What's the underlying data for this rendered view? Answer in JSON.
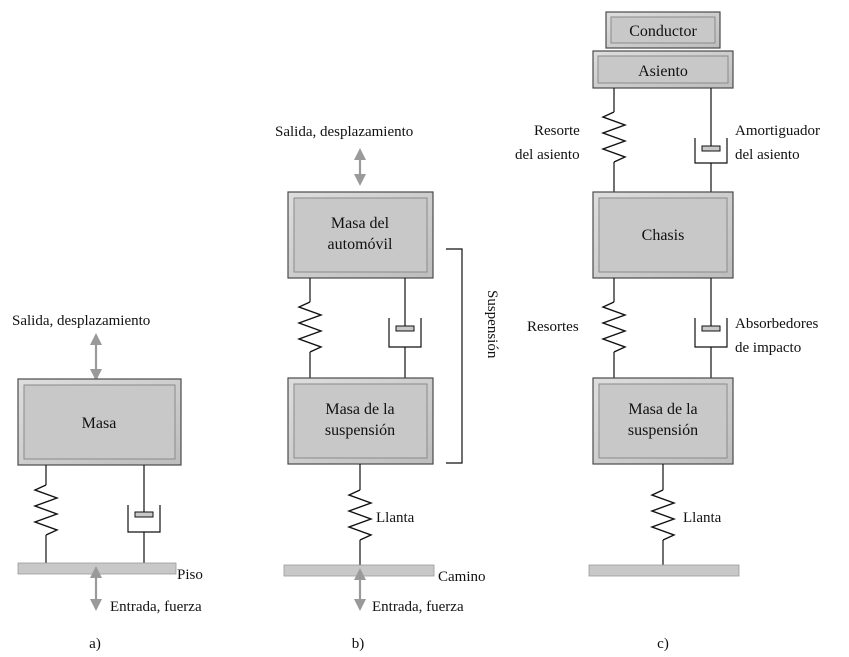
{
  "colors": {
    "box_fill": "#c8c8c8",
    "box_edge": "#4a4a4a",
    "ground": "#c8c8c8",
    "arrow": "#9a9a9a",
    "piston_fill": "#c8c8c8"
  },
  "diagram_a": {
    "output_label": "Salida, desplazamiento",
    "mass_label": "Masa",
    "ground_label": "Piso",
    "input_label": "Entrada, fuerza",
    "caption": "a)"
  },
  "diagram_b": {
    "output_label": "Salida, desplazamiento",
    "car_mass_label_line1": "Masa del",
    "car_mass_label_line2": "automóvil",
    "suspension_bracket_label": "Suspensión",
    "susp_mass_label_line1": "Masa de la",
    "susp_mass_label_line2": "suspensión",
    "tire_label": "Llanta",
    "ground_label": "Camino",
    "input_label": "Entrada, fuerza",
    "caption": "b)"
  },
  "diagram_c": {
    "driver_label": "Conductor",
    "seat_label": "Asiento",
    "seat_spring_label_line1": "Resorte",
    "seat_spring_label_line2": "del asiento",
    "seat_damper_label_line1": "Amortiguador",
    "seat_damper_label_line2": "del asiento",
    "chassis_label": "Chasis",
    "springs_label": "Resortes",
    "shocks_label_line1": "Absorbedores",
    "shocks_label_line2": "de impacto",
    "susp_mass_label_line1": "Masa de la",
    "susp_mass_label_line2": "suspensión",
    "tire_label": "Llanta",
    "caption": "c)"
  }
}
